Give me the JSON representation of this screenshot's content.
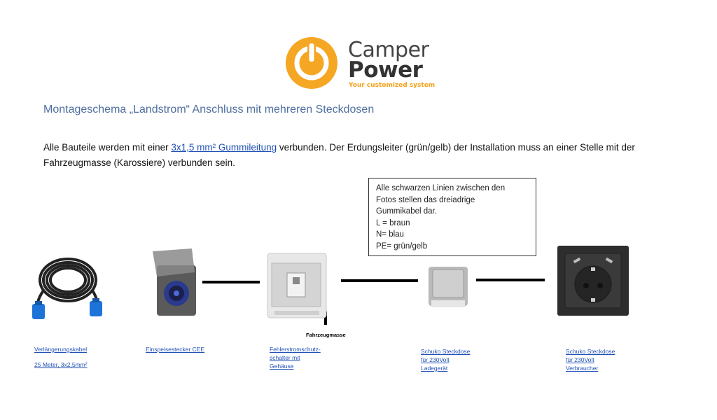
{
  "logo": {
    "line1": "Camper",
    "line2": "Power",
    "tagline": "Your customized system",
    "accent_color": "#f5a623"
  },
  "title": "Montageschema „Landstrom“ Anschluss mit mehreren Steckdosen",
  "intro": {
    "text_before": "Alle Bauteile werden mit einer ",
    "link": "3x1,5 mm² Gummileitung",
    "text_after": " verbunden. Der Erdungsleiter (grün/gelb) der Installation muss an einer Stelle mit der Fahrzeugmasse (Karossiere) verbunden sein."
  },
  "note": {
    "lines": [
      "Alle schwarzen Linien zwischen den",
      "Fotos stellen das dreiadrige",
      "Gummikabel dar.",
      "L = braun",
      "N= blau",
      "PE= grün/gelb"
    ]
  },
  "ground_label": "Fahrzeugmasse",
  "components": [
    {
      "icon": "extension-cable-icon",
      "captions": [
        "Verlängerungskabel",
        "25 Meter, 3x2,5mm²"
      ]
    },
    {
      "icon": "cee-inlet-icon",
      "captions": [
        "Einspeisestecker CEE"
      ]
    },
    {
      "icon": "breaker-box-icon",
      "captions": [
        "Fehlerstromschutz-",
        "schalter mit",
        "Gehäuse"
      ]
    },
    {
      "icon": "schuko-charger-socket-icon",
      "captions": [
        "Schuko Steckdose",
        "für 230Volt",
        "Ladegerät"
      ]
    },
    {
      "icon": "schuko-usb-socket-icon",
      "captions": [
        "Schuko Steckdose",
        "für 230Volt",
        "Verbraucher"
      ]
    }
  ]
}
